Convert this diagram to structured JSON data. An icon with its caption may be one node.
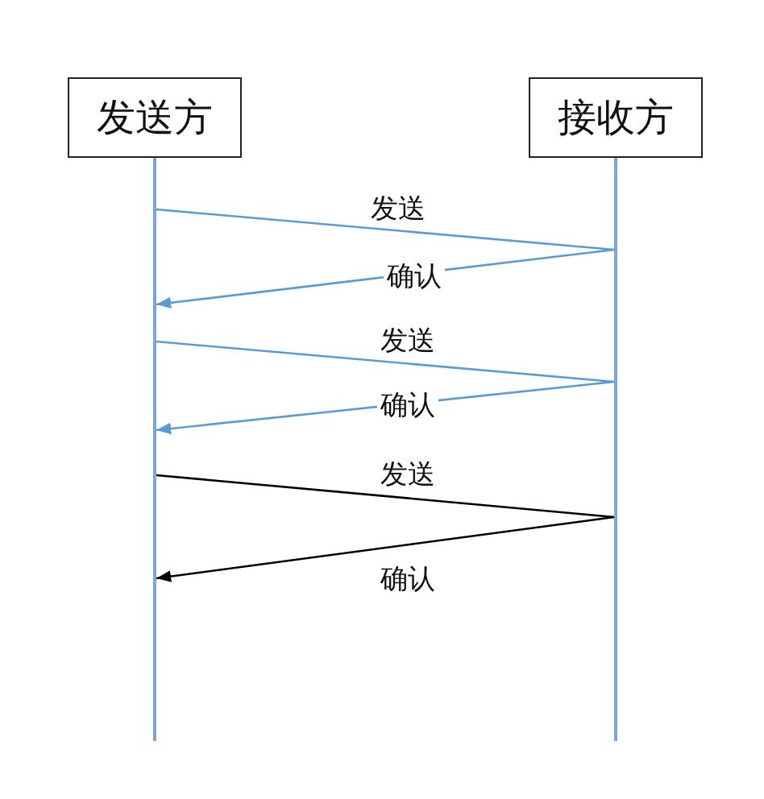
{
  "diagram": {
    "nodes": [
      {
        "text": [
          "发送方"
        ]
      },
      {
        "text": [
          "接收方"
        ]
      },
      {
        "text": [],
        "shape": "bar"
      },
      {
        "text": [],
        "shape": "bar"
      }
    ],
    "edges": [
      {
        "from": 2,
        "to": 3,
        "arrow": "none",
        "label": "发送"
      },
      {
        "from": 3,
        "to": 2,
        "arrow": "to",
        "label": "确认"
      },
      {
        "from": 2,
        "to": 3,
        "arrow": "none",
        "label": "发送"
      },
      {
        "from": 3,
        "to": 2,
        "arrow": "to",
        "label": "确认"
      },
      {
        "from": 2,
        "to": 3,
        "arrow": "none",
        "label": "发送",
        "color": "#000000"
      },
      {
        "from": 3,
        "to": 2,
        "arrow": "to",
        "label": "确认",
        "color": "#000000"
      }
    ]
  }
}
